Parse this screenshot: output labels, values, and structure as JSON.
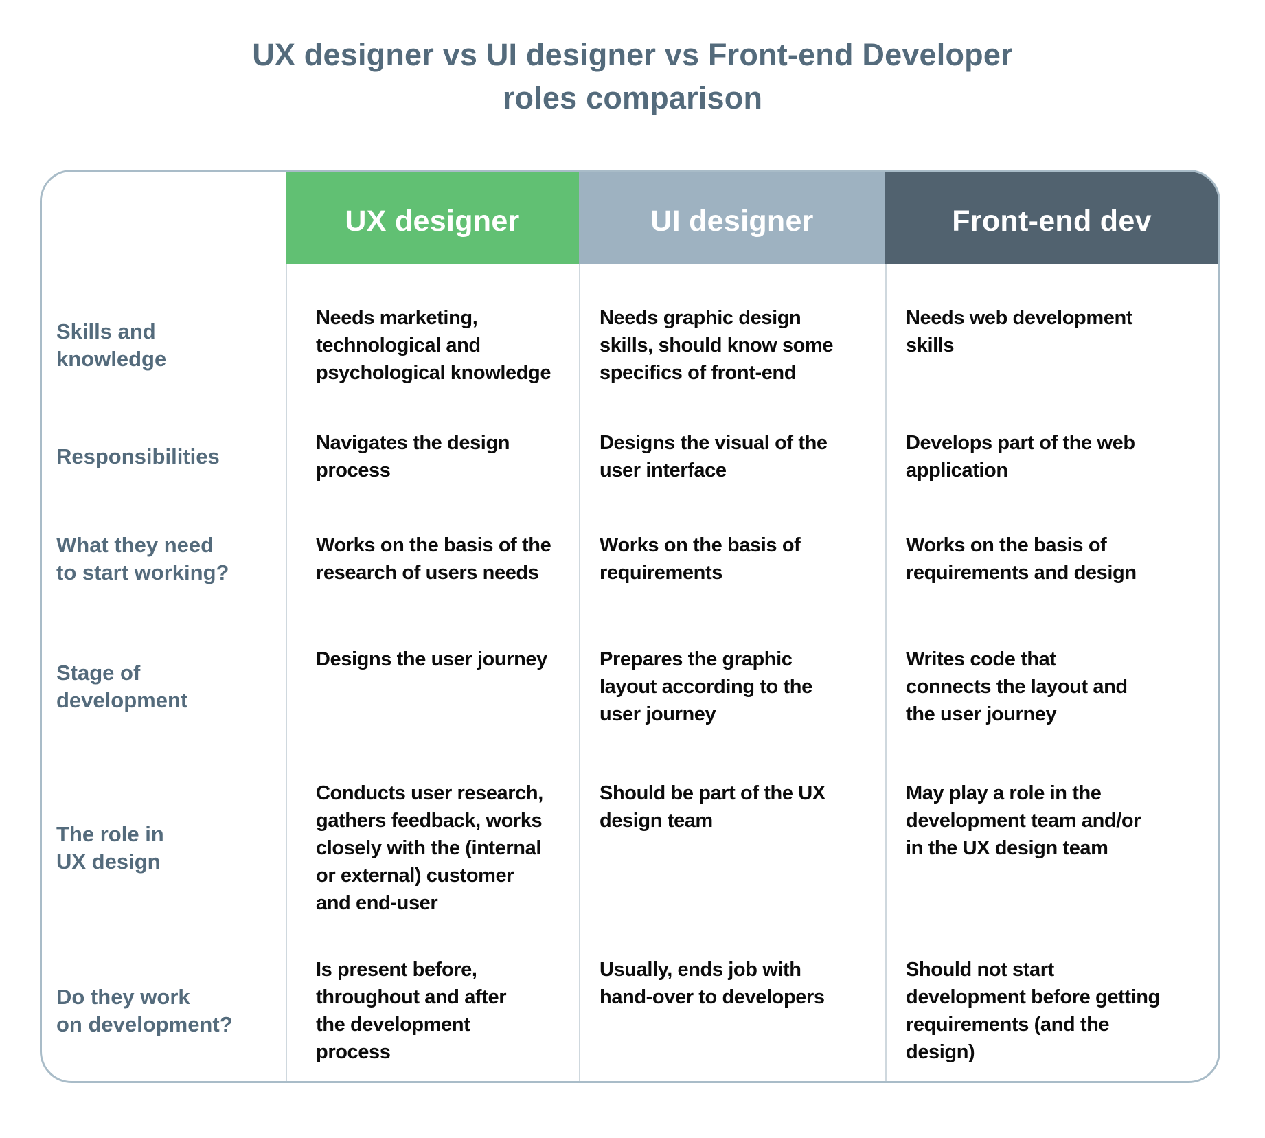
{
  "title": "UX designer vs UI designer vs Front-end Developer\nroles comparison",
  "colors": {
    "ux_header_green": "#61c073",
    "ui_header_gray_blue": "#9eb2c1",
    "frontend_header_dark_slate": "#51626f",
    "header_text": "#ffffff",
    "title_and_label_slate": "#546b7c",
    "cell_text": "#0c0c0c",
    "table_border": "#a9bcc8",
    "column_divider": "#cfd8de",
    "background": "#ffffff"
  },
  "table": {
    "columns": [
      "UX designer",
      "UI designer",
      "Front-end dev"
    ],
    "rows": [
      {
        "label": "Skills and\nknowledge",
        "cells": [
          "Needs marketing,\ntechnological and\npsychological knowledge",
          "Needs graphic design\nskills, should know some\nspecifics of front-end",
          "Needs web development\nskills"
        ]
      },
      {
        "label": "Responsibilities",
        "cells": [
          "Navigates the design\nprocess",
          "Designs the visual of the\nuser interface",
          "Develops part of the web\napplication"
        ]
      },
      {
        "label": "What they need\nto start working?",
        "cells": [
          "Works on the basis of the\nresearch of users needs",
          "Works on the basis of\nrequirements",
          "Works on the basis of\nrequirements and design"
        ]
      },
      {
        "label": "Stage of\ndevelopment",
        "cells": [
          "Designs the user journey",
          "Prepares the graphic\nlayout according to the\nuser journey",
          "Writes code that\nconnects the layout and\nthe user journey"
        ]
      },
      {
        "label": "The role in\nUX design",
        "cells": [
          "Conducts user research,\ngathers feedback, works\nclosely with the (internal\nor external) customer\nand end-user",
          "Should be part of the UX\ndesign team",
          "May play a role in the\ndevelopment team and/or\nin the UX design team"
        ]
      },
      {
        "label": "Do they work\non development?",
        "cells": [
          "Is present before,\nthroughout and after\nthe development\nprocess",
          "Usually, ends job with\nhand-over to developers",
          "Should not start\ndevelopment before getting\nrequirements (and the\ndesign)"
        ]
      }
    ]
  },
  "chart_data": {
    "type": "table",
    "title": "UX designer vs UI designer vs Front-end Developer roles comparison",
    "columns": [
      "",
      "UX designer",
      "UI designer",
      "Front-end dev"
    ],
    "rows": [
      [
        "Skills and knowledge",
        "Needs marketing, technological and psychological knowledge",
        "Needs graphic design skills, should know some specifics of front-end",
        "Needs web development skills"
      ],
      [
        "Responsibilities",
        "Navigates the design process",
        "Designs the visual of the user interface",
        "Develops part of the web application"
      ],
      [
        "What they need to start working?",
        "Works on the basis of the research of users needs",
        "Works on the basis of requirements",
        "Works on the basis of requirements and design"
      ],
      [
        "Stage of development",
        "Designs the user journey",
        "Prepares the graphic layout according to the user journey",
        "Writes code that connects the layout and the user journey"
      ],
      [
        "The role in UX design",
        "Conducts user research, gathers feedback, works closely with the (internal or external) customer and end-user",
        "Should be part of the UX design team",
        "May play a role in the development team and/or in the UX design team"
      ],
      [
        "Do they work on development?",
        "Is present before, throughout and after the development process",
        "Usually, ends job with hand-over to developers",
        "Should not start development before getting requirements (and the design)"
      ]
    ],
    "legend_position": "none",
    "grid": "column-dividers-only"
  }
}
